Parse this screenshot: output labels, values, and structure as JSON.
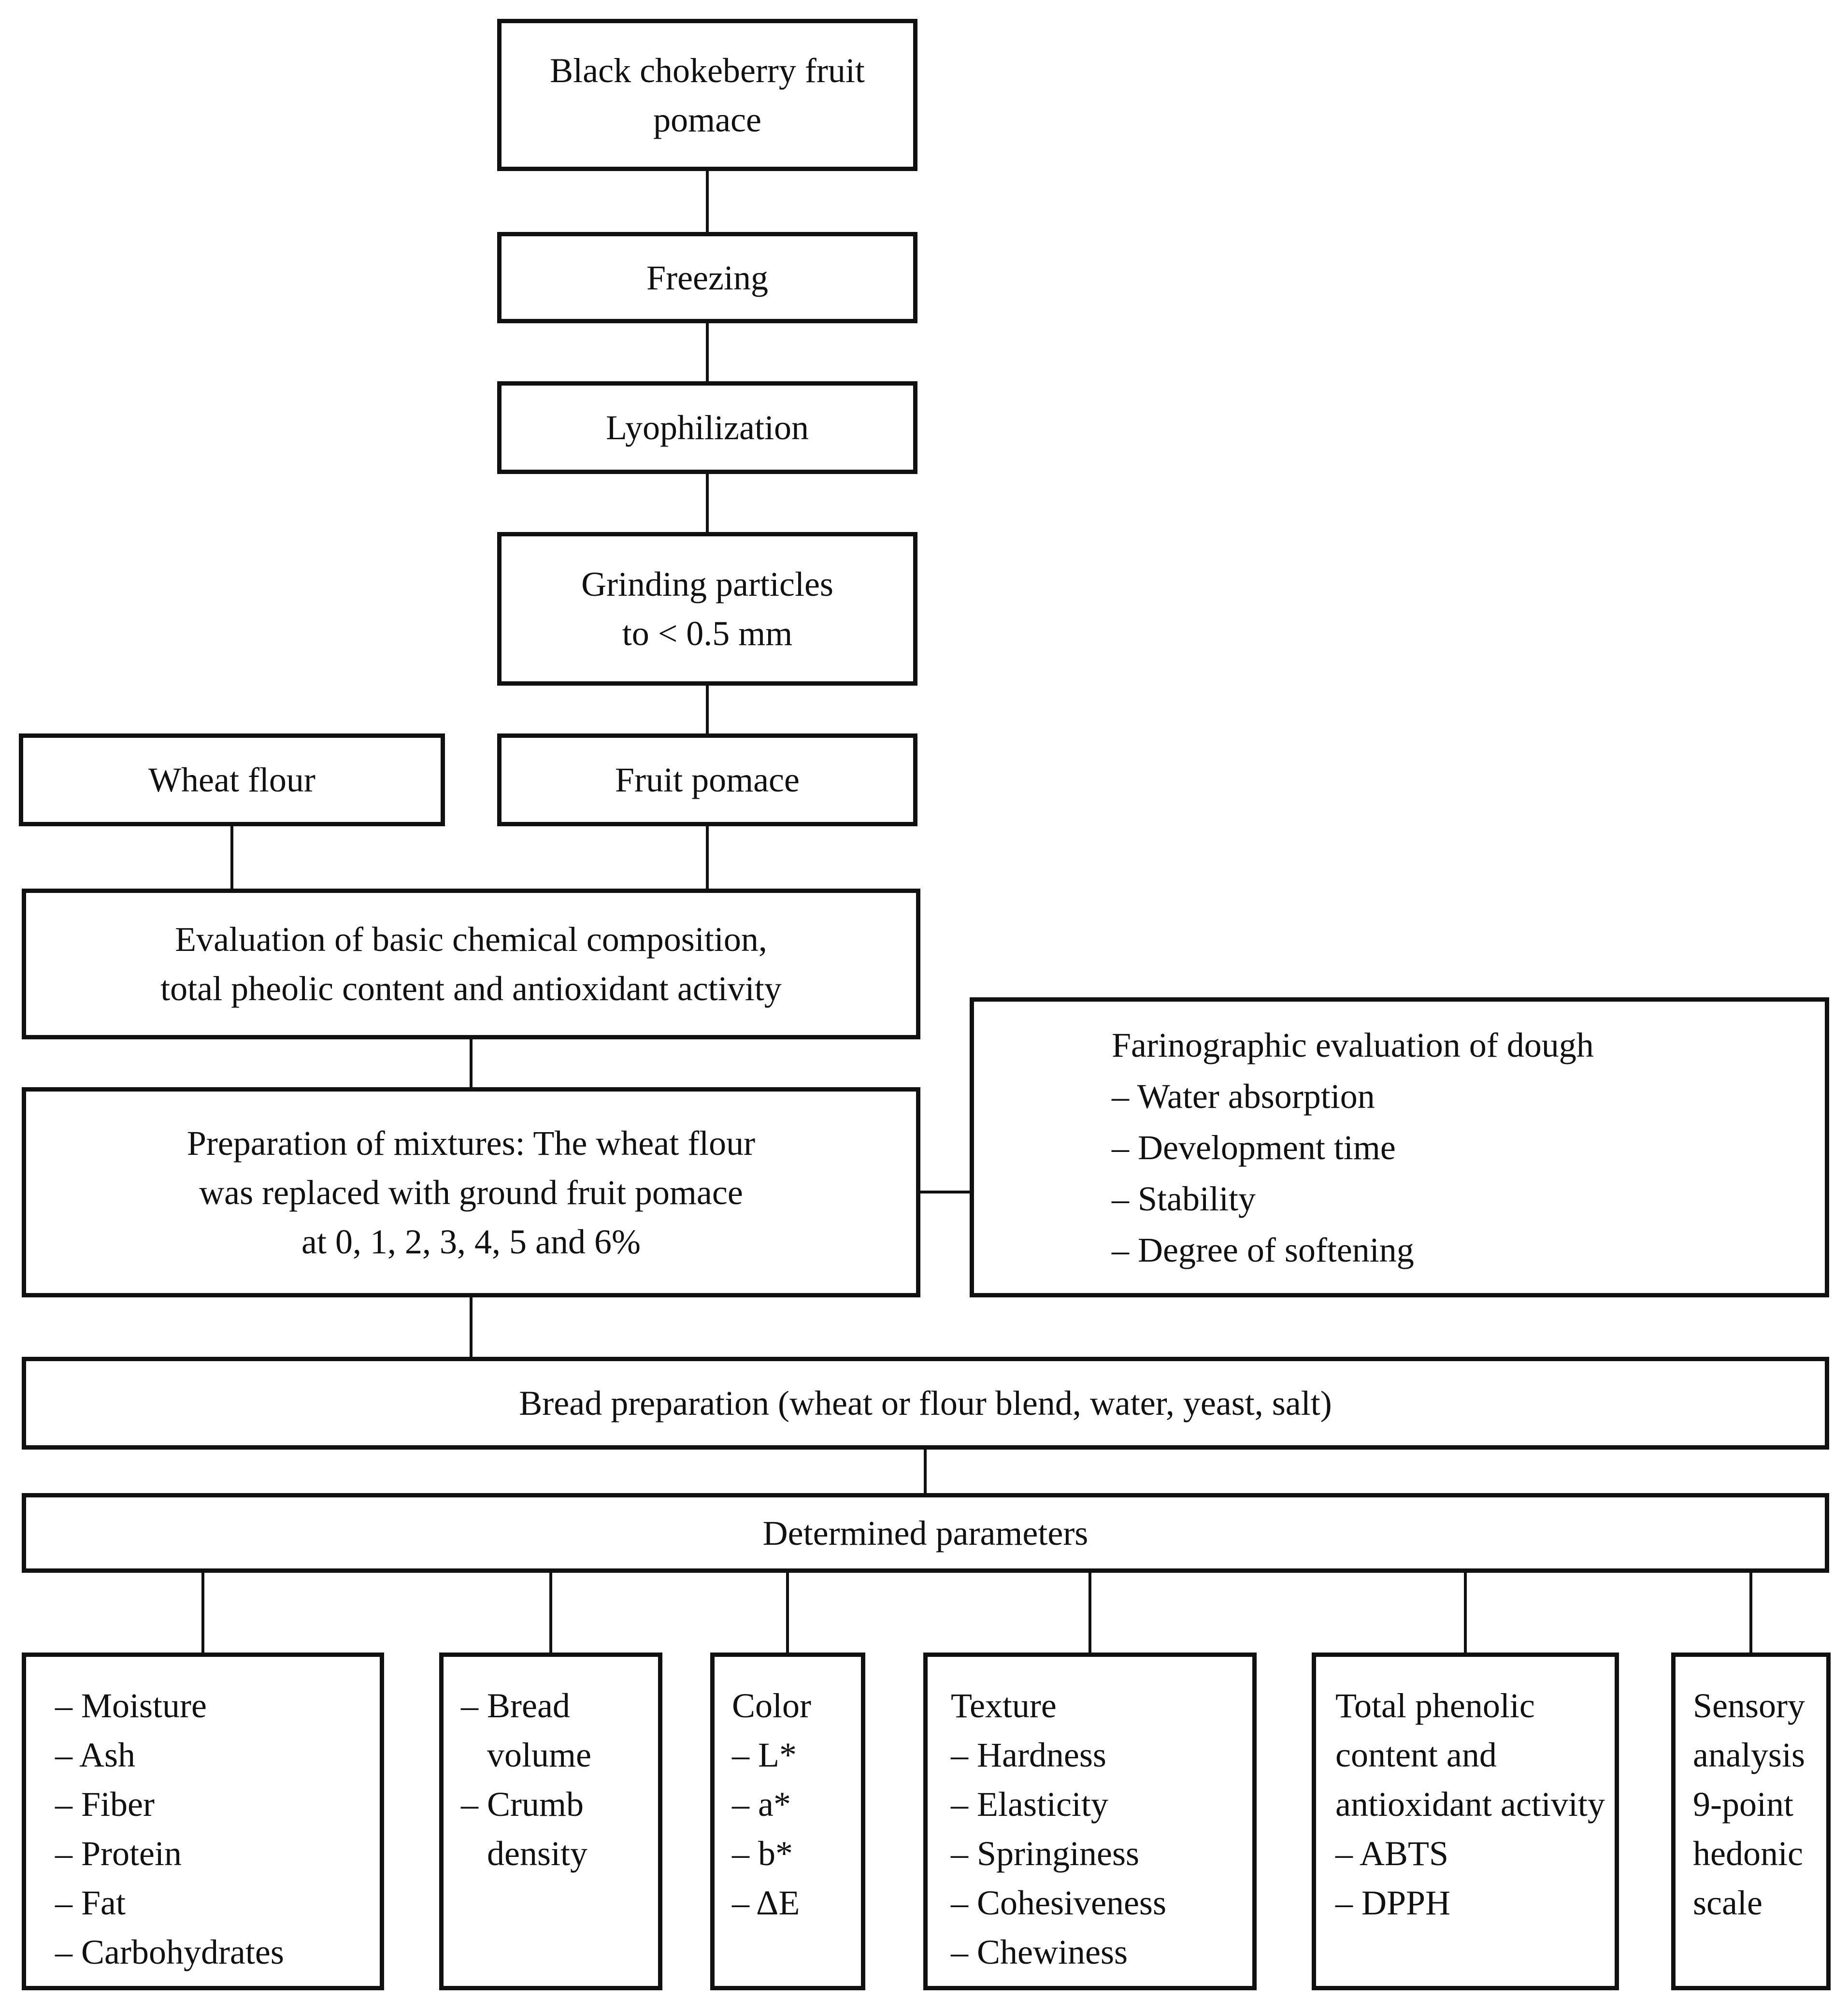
{
  "colors": {
    "ink": "#111111",
    "paper": "#ffffff"
  },
  "boxes": {
    "source": {
      "line1": "Black chokeberry fruit",
      "line2": "pomace"
    },
    "freezing": {
      "label": "Freezing"
    },
    "lyophilization": {
      "label": "Lyophilization"
    },
    "grinding": {
      "line1": "Grinding particles",
      "line2": "to < 0.5 mm"
    },
    "wheat_flour": {
      "label": "Wheat flour"
    },
    "fruit_pomace": {
      "label": "Fruit pomace"
    },
    "evaluation": {
      "line1": "Evaluation of basic chemical composition,",
      "line2": "total pheolic content and antioxidant activity"
    },
    "preparation": {
      "line1": "Preparation of mixtures: The wheat flour",
      "line2": "was replaced with ground fruit pomace",
      "line3": "at 0, 1, 2, 3, 4, 5 and 6%"
    },
    "farinographic": {
      "title": "Farinographic evaluation of dough",
      "items": [
        "– Water absorption",
        "– Development time",
        "– Stability",
        "– Degree of softening"
      ]
    },
    "bread": {
      "label": "Bread preparation (wheat or flour blend, water, yeast, salt)"
    },
    "determined": {
      "label": "Determined parameters"
    },
    "chemical": {
      "items": [
        "– Moisture",
        "– Ash",
        "– Fiber",
        "– Protein",
        "– Fat",
        "– Carbohydrates"
      ]
    },
    "volume": {
      "items": [
        "– Bread volume",
        "– Crumb density"
      ]
    },
    "color": {
      "title": "Color",
      "items": [
        "– L*",
        "– a*",
        "– b*",
        "– ΔE"
      ]
    },
    "texture": {
      "title": "Texture",
      "items": [
        "– Hardness",
        "– Elasticity",
        "– Springiness",
        "– Cohesiveness",
        "– Chewiness"
      ]
    },
    "phenolic": {
      "title": "Total phenolic content and antioxidant activity",
      "items": [
        "– ABTS",
        "– DPPH"
      ]
    },
    "sensory": {
      "title": "Sensory analysis 9-point hedonic scale"
    }
  }
}
